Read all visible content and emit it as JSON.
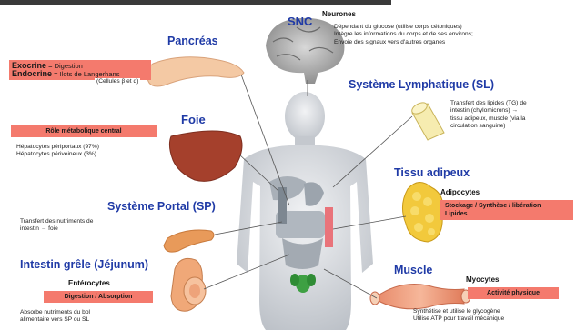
{
  "snc": {
    "title": "SNC",
    "cells": "Neurones",
    "desc": [
      "Dépendant du glucose (utilise corps cétoniques)",
      "Intègre les informations du corps et de ses environs;",
      "Envoie des signaux vers d'autres organes"
    ]
  },
  "pancreas": {
    "title": "Pancréas",
    "exocrine_term": "Exocrine",
    "exocrine_def": " = Digestion",
    "endocrine_term": "Endocrine",
    "endocrine_def": " = Ilots de Langerhans",
    "endocrine_cells": "(Cellules β et α)"
  },
  "foie": {
    "title": "Foie",
    "badge": "Rôle métabolique central",
    "desc": [
      "Hépatocytes périportaux (97%)",
      "Hépatocytes périveineux (3%)"
    ]
  },
  "lymph": {
    "title": "Système Lymphatique (SL)",
    "desc": [
      "Transfert des lipides (TG) de",
      "intestin   (chylomicrons)   →",
      "tissu adipeux, muscle (via la",
      "circulation sanguine)"
    ]
  },
  "portal": {
    "title": "Système Portal (SP)",
    "desc": [
      "Transfert    des    nutriments    de",
      "intestin → foie"
    ]
  },
  "adipeux": {
    "title": "Tissu adipeux",
    "cells": "Adipocytes",
    "badge": [
      "Stockage / Synthèse / libération",
      "Lipides"
    ]
  },
  "intestin": {
    "title": "Intestin grêle (Jéjunum)",
    "cells": "Entérocytes",
    "badge": "Digestion / Absorption",
    "desc": [
      "Absorbe    nutriments    du    bol",
      "alimentaire vers SP ou SL"
    ]
  },
  "muscle": {
    "title": "Muscle",
    "cells": "Myocytes",
    "badge": "Activité physique",
    "desc": [
      "Synthétise et utilise le glycogène",
      "Utilise ATP pour travail mécanique"
    ]
  },
  "colors": {
    "title": "#1f3aa6",
    "badge": "#f47a6d",
    "body": "#c9cdd2"
  }
}
